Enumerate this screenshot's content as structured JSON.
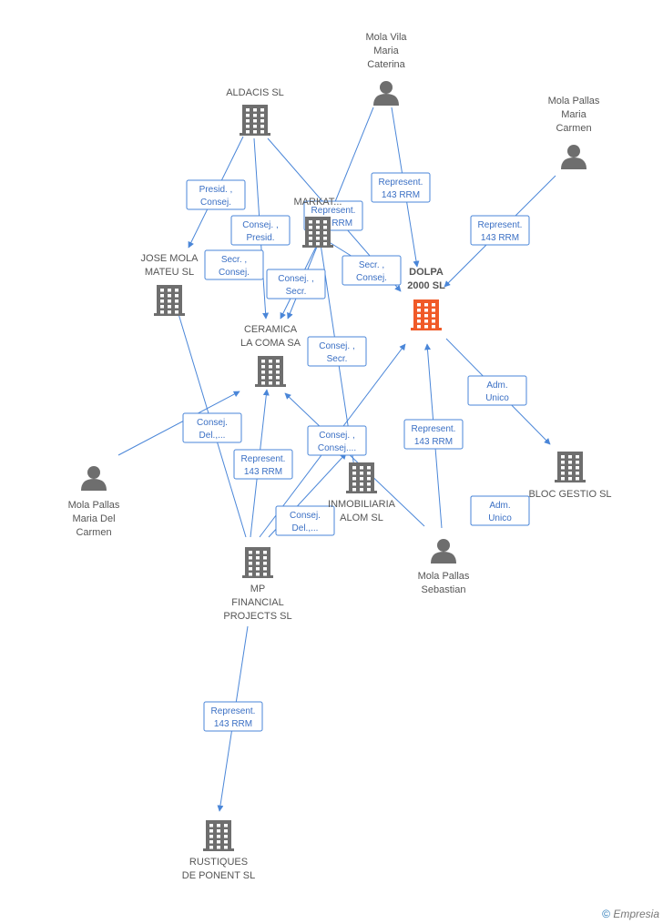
{
  "colors": {
    "company": "#6e6e6e",
    "person": "#6e6e6e",
    "focus": "#f05a28",
    "edge": "#4a86d8"
  },
  "nodes": [
    {
      "id": "aldacis",
      "type": "company",
      "label": [
        "ALDACIS SL"
      ]
    },
    {
      "id": "markat",
      "type": "company",
      "label": [
        "MARKAT..."
      ]
    },
    {
      "id": "jose",
      "type": "company",
      "label": [
        "JOSE MOLA",
        "MATEU SL"
      ]
    },
    {
      "id": "ceramica",
      "type": "company",
      "label": [
        "CERAMICA",
        "LA COMA SA"
      ]
    },
    {
      "id": "dolpa",
      "type": "focus",
      "label": [
        "DOLPA",
        "2000 SL"
      ]
    },
    {
      "id": "inmob",
      "type": "company",
      "label": [
        "INMOBILIARIA",
        "ALOM SL"
      ]
    },
    {
      "id": "bloc",
      "type": "company",
      "label": [
        "BLOC GESTIO SL"
      ]
    },
    {
      "id": "mp",
      "type": "company",
      "label": [
        "MP",
        "FINANCIAL",
        "PROJECTS SL"
      ]
    },
    {
      "id": "rustiques",
      "type": "company",
      "label": [
        "RUSTIQUES",
        "DE PONENT SL"
      ]
    },
    {
      "id": "vila",
      "type": "person",
      "label": [
        "Mola Vila",
        "Maria",
        "Caterina"
      ]
    },
    {
      "id": "pallasmc",
      "type": "person",
      "label": [
        "Mola Pallas",
        "Maria",
        "Carmen"
      ]
    },
    {
      "id": "pallasmdc",
      "type": "person",
      "label": [
        "Mola Pallas",
        "Maria Del",
        "Carmen"
      ]
    },
    {
      "id": "sebastian",
      "type": "person",
      "label": [
        "Mola Pallas",
        "Sebastian"
      ]
    }
  ],
  "edge_labels": [
    [
      "Presid. ,",
      "Consej."
    ],
    [
      "Consej. ,",
      "Presid."
    ],
    [
      "Secr. ,",
      "Consej."
    ],
    [
      "Represent.",
      "143 RRM"
    ],
    [
      "Represent.",
      "143 RRM"
    ],
    [
      "Represent.",
      "143 RRM"
    ],
    [
      "Consej. ,",
      "Secr."
    ],
    [
      "Secr. ,",
      "Consej."
    ],
    [
      "Consej. ,",
      "Secr."
    ],
    [
      "Adm.",
      "Unico"
    ],
    [
      "Represent.",
      "143 RRM"
    ],
    [
      "Consej.",
      "Del.,..."
    ],
    [
      "Represent.",
      "143 RRM"
    ],
    [
      "Consej. ,",
      "Consej...."
    ],
    [
      "Consej.",
      "Del.,..."
    ],
    [
      "Represent.",
      "143 RRM"
    ],
    [
      "Represent.",
      "143 RRM"
    ],
    [
      "Adm.",
      "Unico"
    ]
  ],
  "footer": {
    "copyright": "©",
    "brand": "Empresia"
  }
}
